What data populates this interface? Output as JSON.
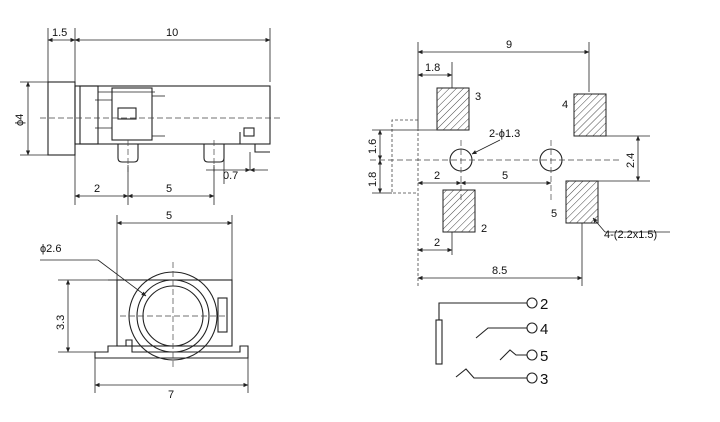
{
  "side_view": {
    "dim_flange": "1.5",
    "dim_length": "10",
    "dim_diameter": "ϕ4",
    "dim_pin_offset": "2",
    "dim_pin_pitch": "5",
    "dim_tab": "0.7"
  },
  "front_view": {
    "dim_width_top": "5",
    "dim_bore": "ϕ2.6",
    "dim_height": "3.3",
    "dim_width_bottom": "7"
  },
  "footprint": {
    "dim_total_top": "9",
    "dim_pad_offset": "1.8",
    "dim_left_upper": "1.6",
    "dim_left_lower": "1.8",
    "dim_hole_offset": "2",
    "dim_hole_pitch": "5",
    "dim_hole_note": "2-ϕ1.3",
    "dim_right_pitch": "2.4",
    "dim_pad_width": "2",
    "dim_total_bottom": "8.5",
    "dim_pad_note": "4-(2.2x1.5)",
    "pad_labels": [
      "3",
      "4",
      "2",
      "5"
    ]
  },
  "schematic": {
    "pin_labels": [
      "2",
      "4",
      "5",
      "3"
    ]
  }
}
